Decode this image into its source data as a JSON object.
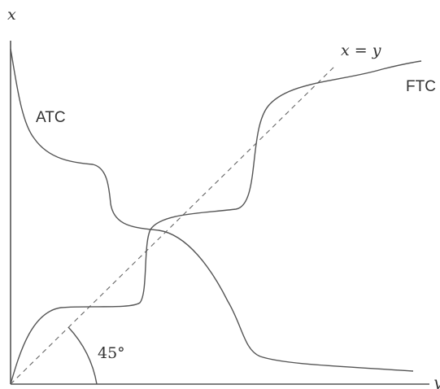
{
  "diagram": {
    "axes": {
      "y_label": "x",
      "x_label": "y"
    },
    "diagonal_label": "x = y",
    "angle_label": "45°",
    "curves": {
      "atc": "ATC",
      "ftc": "FTC"
    },
    "colors": {
      "ink": "#555555",
      "text": "#333333",
      "background": "#ffffff"
    }
  }
}
